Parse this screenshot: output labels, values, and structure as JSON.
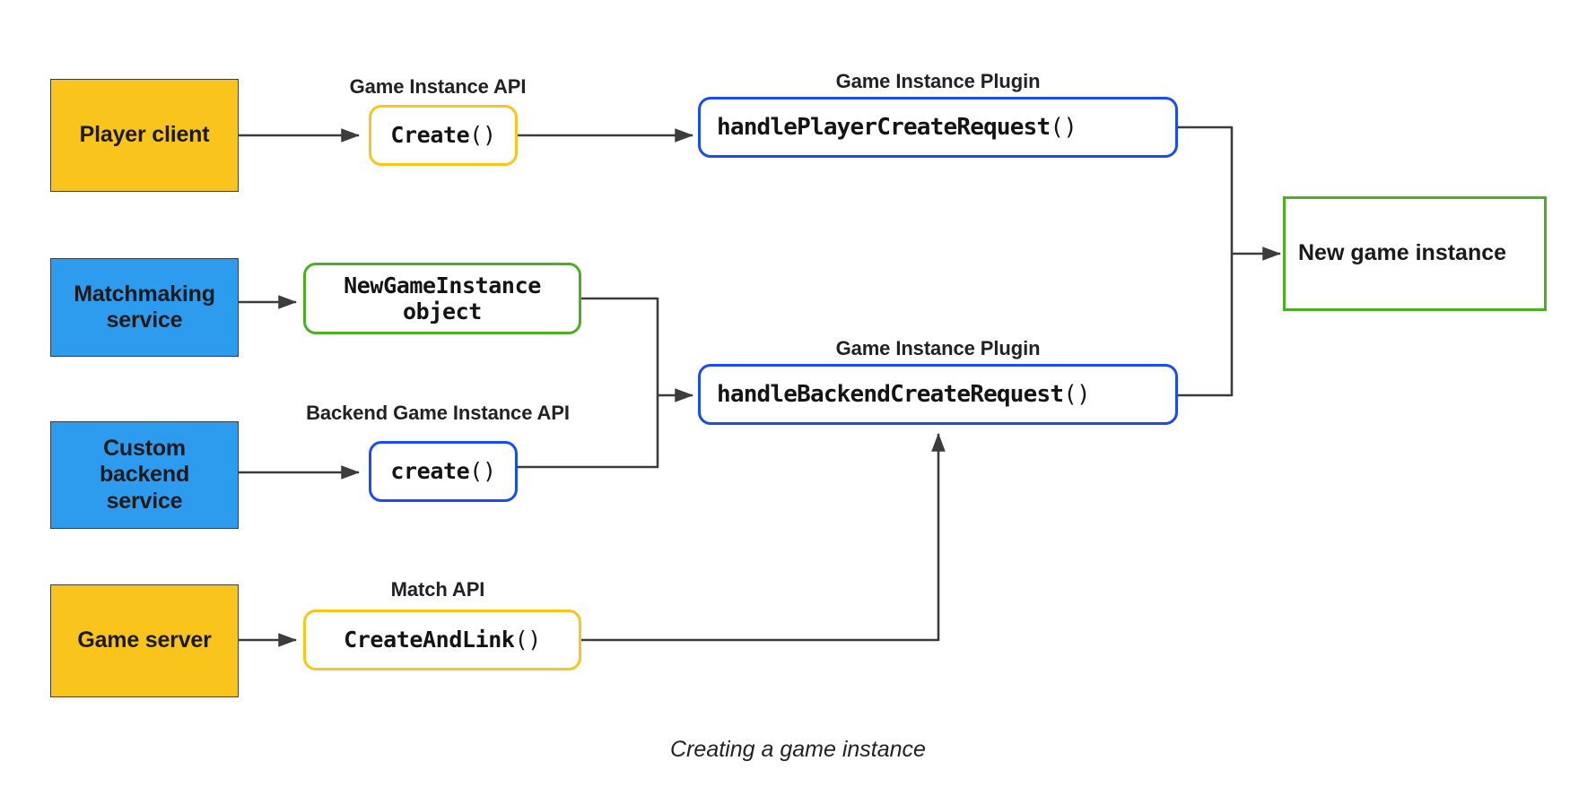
{
  "figure": {
    "caption": "Creating a game instance",
    "colors": {
      "amber": "#F9C51C",
      "blue": "#2D9CEF",
      "plugin_blue": "#1A4BF5",
      "green": "#4CAF22",
      "wire": "#3c3c3c",
      "background": "#ffffff"
    }
  },
  "actors": [
    {
      "id": "player-client",
      "label": "Player client",
      "fill": "amber"
    },
    {
      "id": "matchmaking",
      "label": "Matchmaking\nservice",
      "line1": "Matchmaking",
      "line2": "service",
      "fill": "blue"
    },
    {
      "id": "custom-backend",
      "label": "Custom backend service",
      "line1": "Custom",
      "line2": "backend",
      "line3": "service",
      "fill": "blue"
    },
    {
      "id": "game-server",
      "label": "Game server",
      "fill": "amber"
    }
  ],
  "api_groups": [
    {
      "id": "game-instance-api",
      "caption": "Game Instance API",
      "call_name": "Create",
      "call_parens": "()",
      "border": "amber"
    },
    {
      "id": "new-game-instance-object",
      "caption": "",
      "line1": "NewGameInstance",
      "line2": "object",
      "border": "green"
    },
    {
      "id": "backend-game-instance-api",
      "caption": "Backend Game Instance API",
      "call_name": "create",
      "call_parens": "()",
      "border": "blue"
    },
    {
      "id": "match-api",
      "caption": "Match API",
      "call_name": "CreateAndLink",
      "call_parens": "()",
      "border": "amber"
    }
  ],
  "plugins": [
    {
      "id": "plugin-player",
      "caption": "Game Instance Plugin",
      "handler": "handlePlayerCreateRequest",
      "parens": "()"
    },
    {
      "id": "plugin-backend",
      "caption": "Game Instance Plugin",
      "handler": "handleBackendCreateRequest",
      "parens": "()"
    }
  ],
  "result": {
    "id": "new-game-instance",
    "label": "New game instance"
  }
}
